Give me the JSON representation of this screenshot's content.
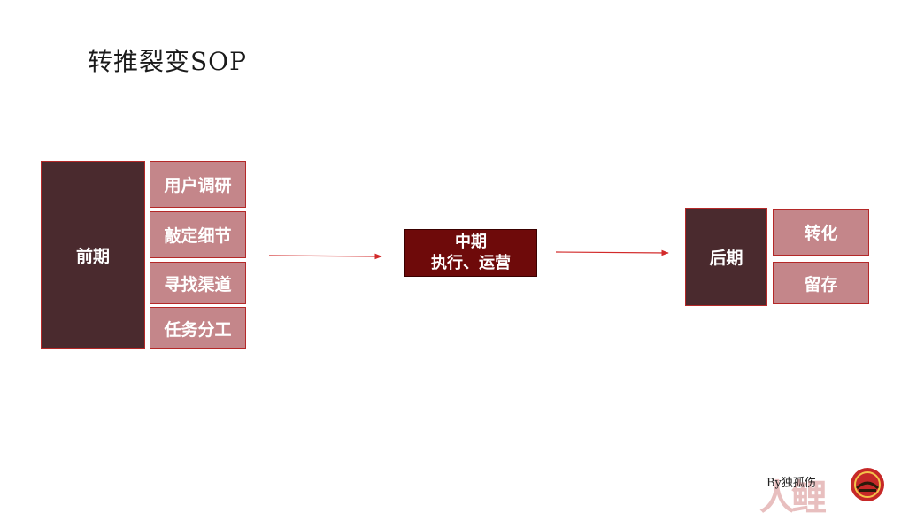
{
  "title": "转推裂变SOP",
  "colors": {
    "dark": "#4a2a2e",
    "light": "#c4868a",
    "deep": "#6e0a0a",
    "border": "#b42828",
    "arrow": "#d22a2a"
  },
  "stages": {
    "early": {
      "label": "前期",
      "steps": [
        "用户调研",
        "敲定细节",
        "寻找渠道",
        "任务分工"
      ]
    },
    "middle": {
      "label_line1": "中期",
      "label_line2": "执行、运营"
    },
    "late": {
      "label": "后期",
      "steps": [
        "转化",
        "留存"
      ]
    }
  },
  "footer": {
    "byline": "By独孤伤",
    "watermark": "人鲤",
    "logo_icon": "red-circle-logo-icon"
  }
}
